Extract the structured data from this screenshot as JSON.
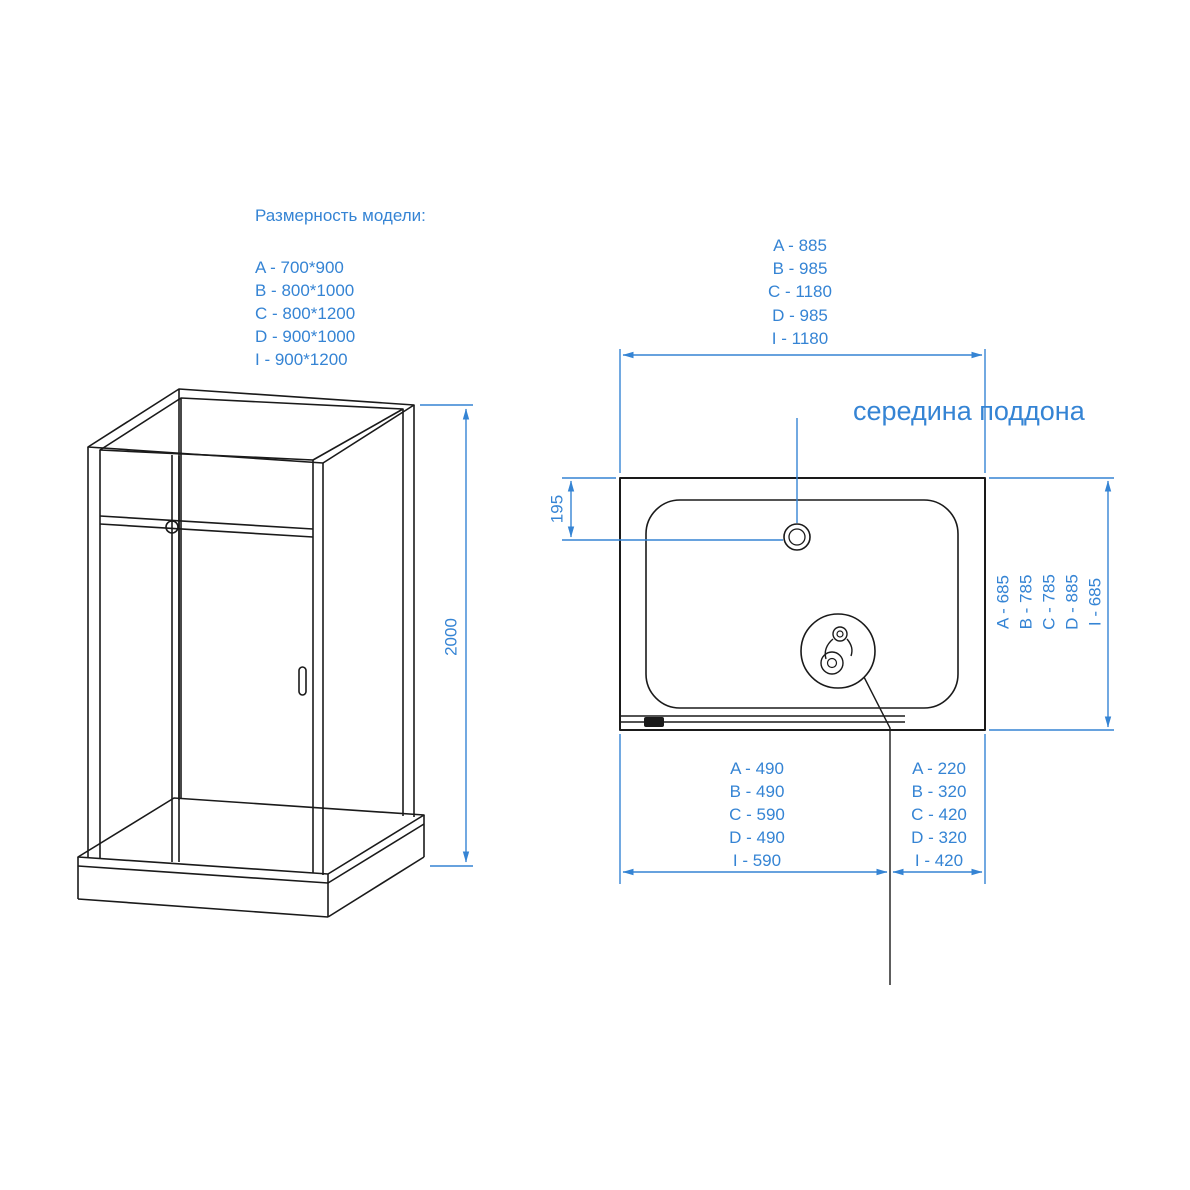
{
  "colors": {
    "dimension_blue": "#3584d4",
    "drawing_black": "#1a1a1a",
    "background": "#ffffff"
  },
  "model_dimensions": {
    "title": "Размерность модели:",
    "items": [
      "A - 700*900",
      "B - 800*1000",
      "C - 800*1200",
      "D - 900*1000",
      "I  - 900*1200"
    ]
  },
  "isometric_view": {
    "height_label": "2000"
  },
  "top_view": {
    "width_labels": [
      "A - 885",
      "B - 985",
      "C - 1180",
      "D - 985",
      "I - 1180"
    ],
    "tray_center_label": "середина поддона",
    "drain_offset_label": "195",
    "depth_labels": [
      "A - 685",
      "B - 785",
      "C - 785",
      "D - 885",
      "I - 685"
    ],
    "bottom_left_labels": [
      "A - 490",
      "B - 490",
      "C - 590",
      "D - 490",
      "I - 590"
    ],
    "bottom_right_labels": [
      "A - 220",
      "B - 320",
      "C - 420",
      "D - 320",
      "I - 420"
    ]
  }
}
